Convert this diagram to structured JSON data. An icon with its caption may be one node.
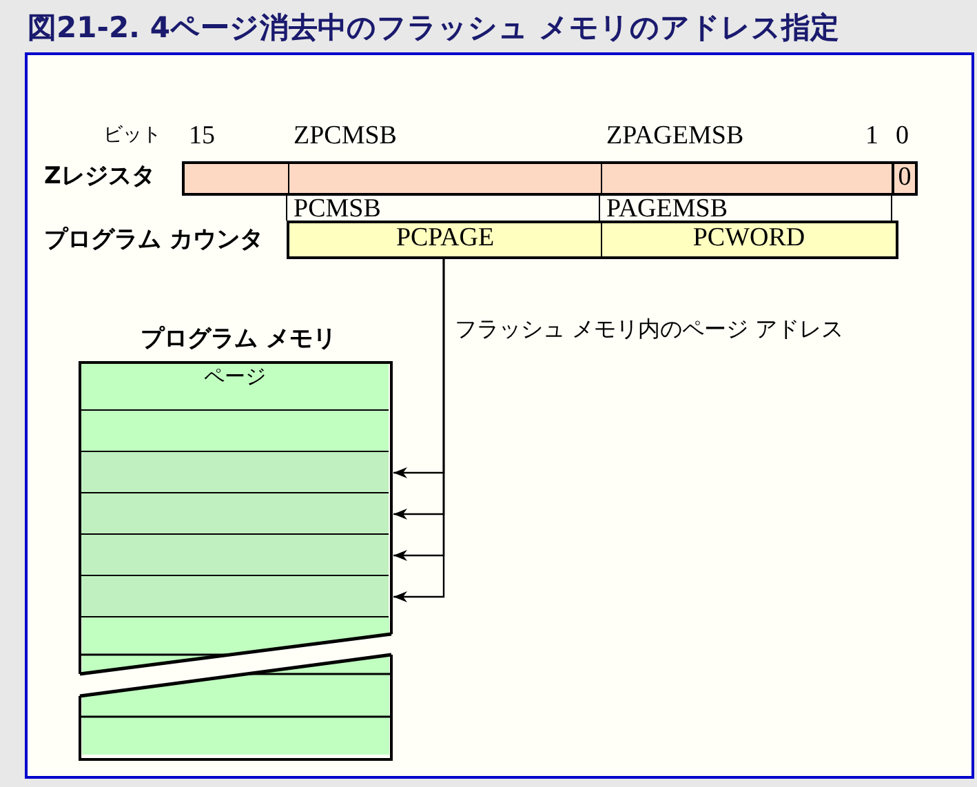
{
  "diagram": {
    "title": "図21-2. 4ページ消去中のフラッシュ メモリのアドレス指定",
    "nodes": [
      {
        "text": [
          "Zレジスタ"
        ]
      },
      {
        "text": [],
        "shape": "box",
        "in": 0
      },
      {
        "text": [],
        "shape": "box",
        "in": 0
      },
      {
        "text": [],
        "shape": "box",
        "in": 0
      },
      {
        "text": [
          "0"
        ],
        "in": 0
      },
      {
        "text": [
          "プログラム カウンタ"
        ]
      },
      {
        "text": [
          "PCPAGE"
        ],
        "in": 5
      },
      {
        "text": [
          "PCWORD"
        ],
        "in": 5
      },
      {
        "text": [
          "プログラム メモリ"
        ]
      },
      {
        "text": [
          "ページ"
        ],
        "in": 8
      },
      {
        "text": [],
        "shape": "box",
        "in": 8
      },
      {
        "text": [],
        "shape": "box",
        "in": 8
      },
      {
        "text": [],
        "shape": "box",
        "in": 8
      },
      {
        "text": [],
        "shape": "box",
        "in": 8
      },
      {
        "text": [],
        "shape": "box",
        "in": 8
      }
    ],
    "edges": [
      {
        "from": 6,
        "to": 11,
        "arrow": "to"
      },
      {
        "from": 6,
        "to": 12,
        "arrow": "to"
      },
      {
        "from": 6,
        "to": 13,
        "arrow": "to"
      },
      {
        "from": 6,
        "to": 14,
        "arrow": "to"
      }
    ],
    "labels": [
      "ビット",
      "15",
      "ZPCMSB",
      "ZPAGEMSB",
      "1",
      "0",
      "PCMSB",
      "PAGEMSB",
      "フラッシュ メモリ内のページ アドレス"
    ]
  }
}
